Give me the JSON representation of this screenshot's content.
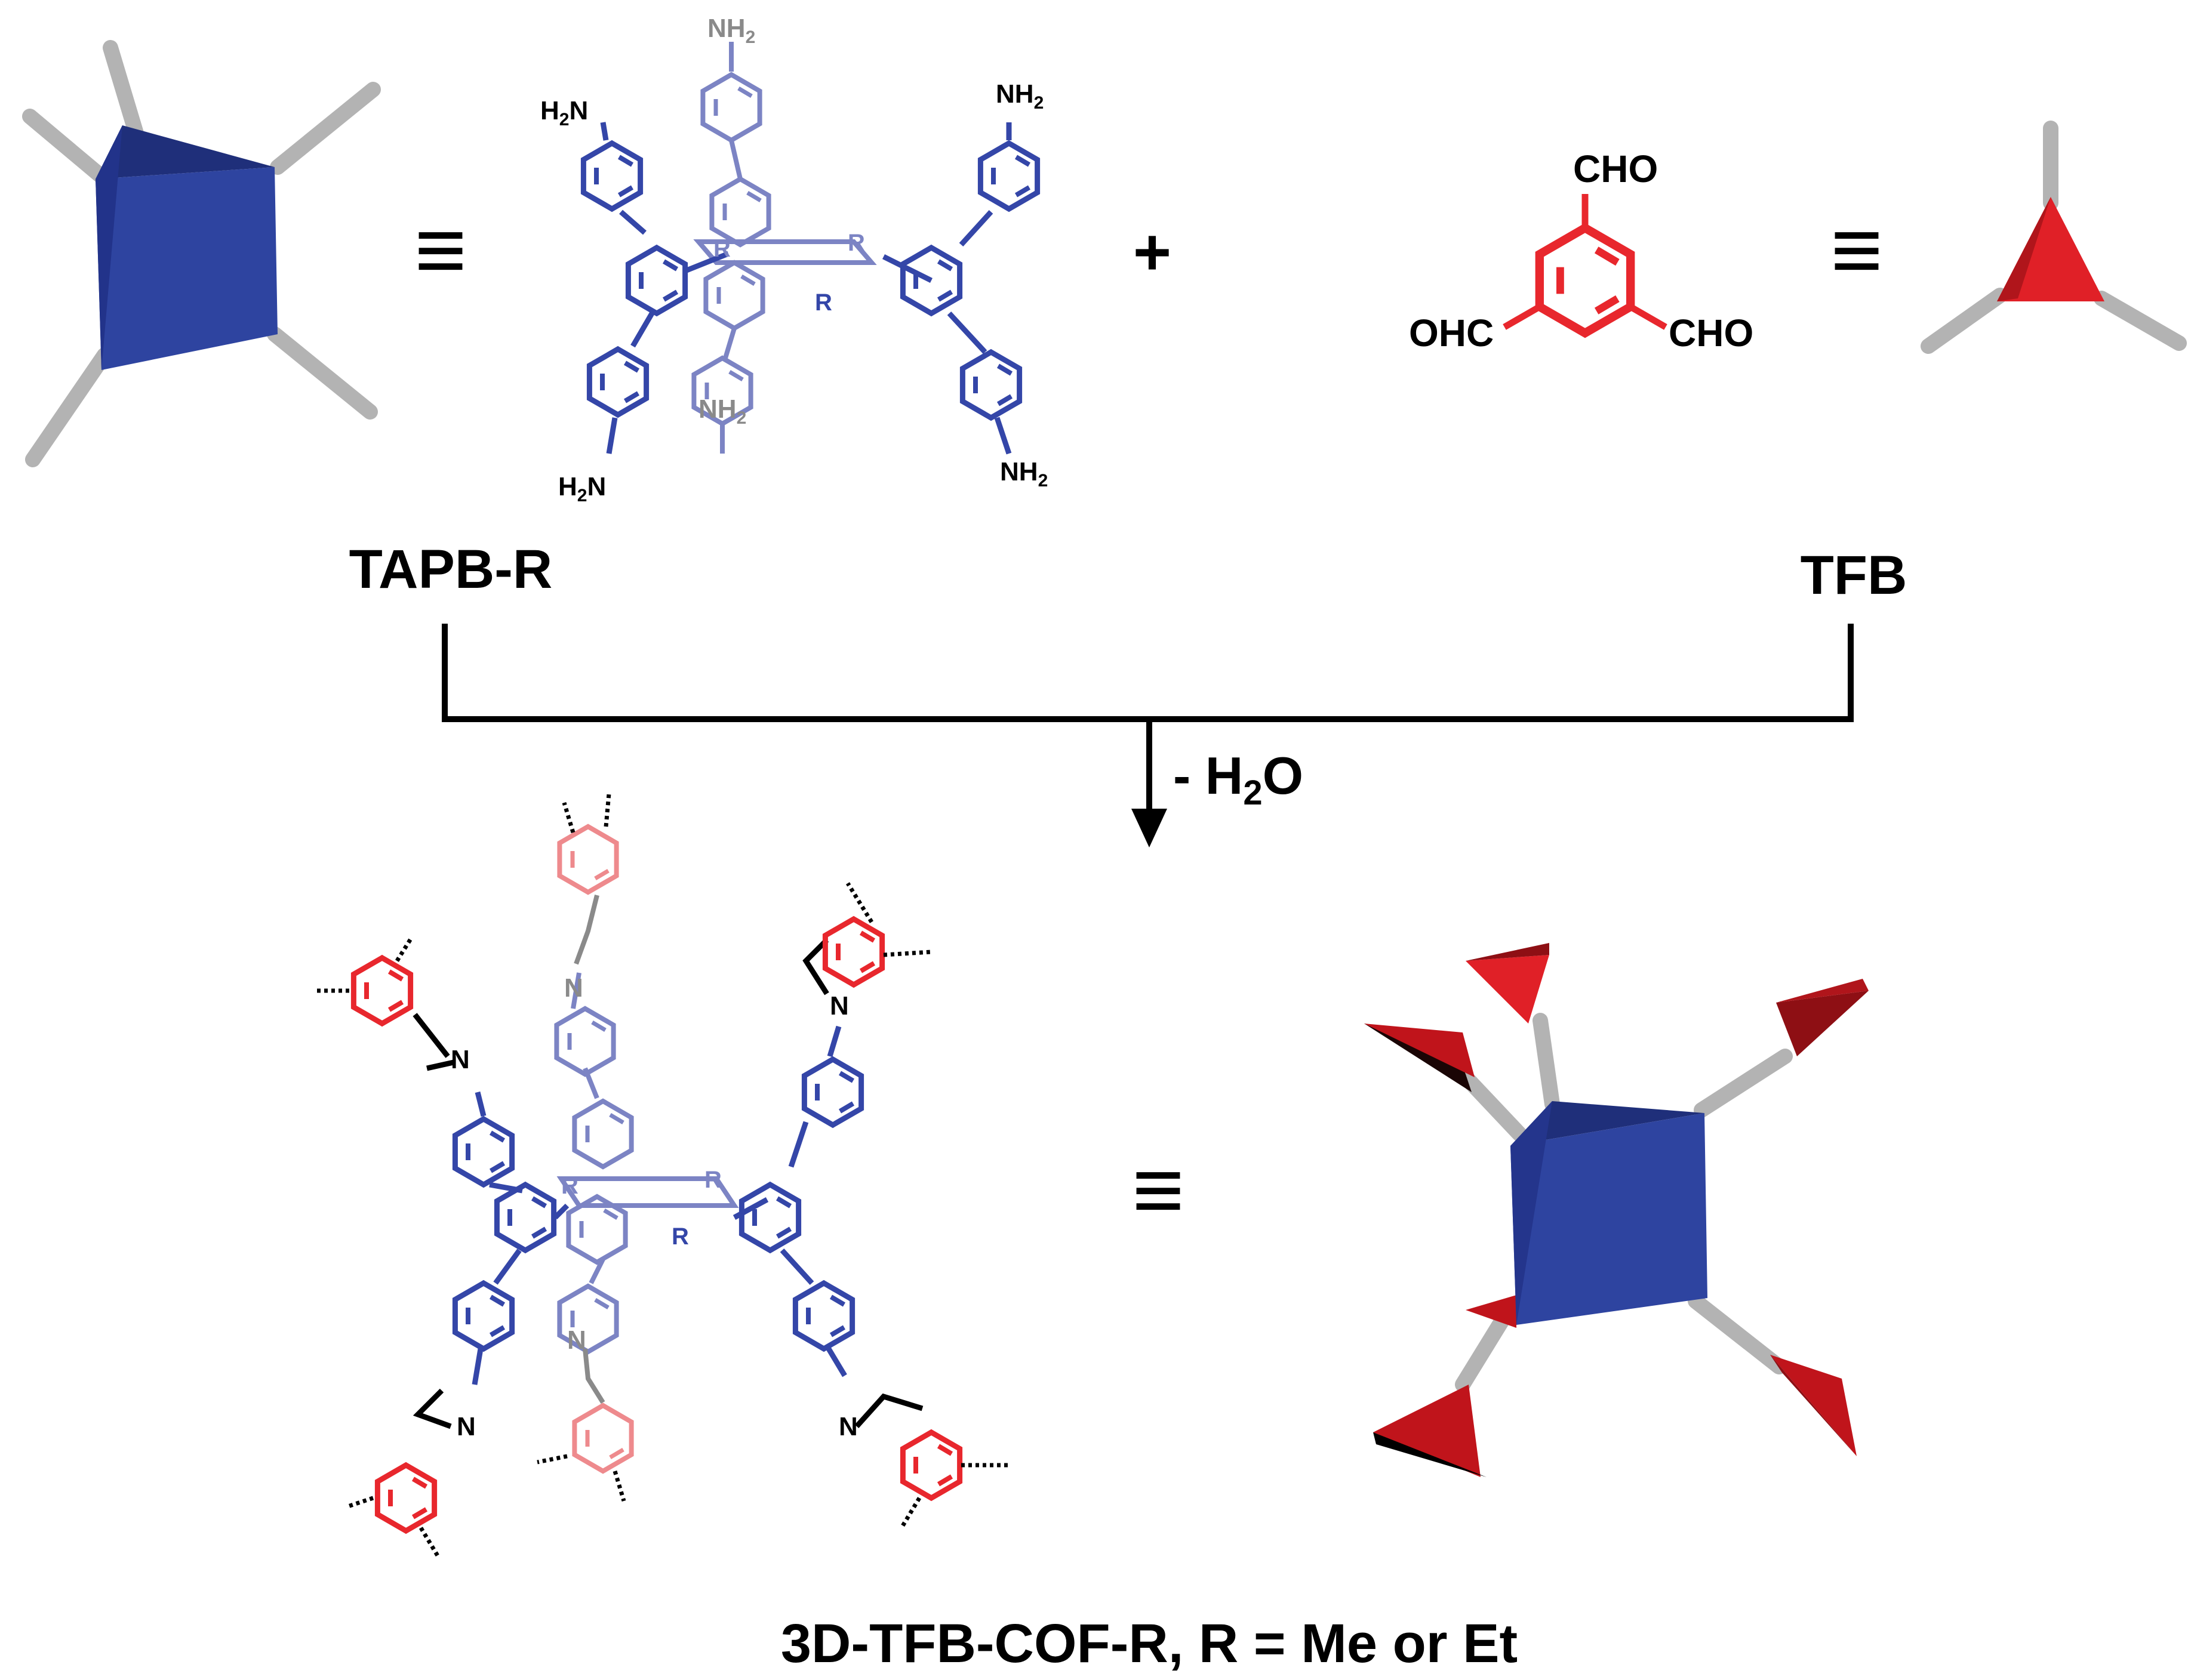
{
  "labels": {
    "tapb": "TAPB-R",
    "tfb": "TFB",
    "plus": "+",
    "equiv": "≡",
    "condition_prefix": "- H",
    "condition_sub": "2",
    "condition_suffix": "O",
    "product": "3D-TFB-COF-R,  R = Me or Et"
  },
  "groups": {
    "nh2": "NH",
    "h2n": "H",
    "n_sub": "2",
    "n_suffix": "N",
    "cho": "CHO",
    "ohc": "OHC",
    "imine_n": "N",
    "r": "R"
  },
  "colors": {
    "tetra_blue": "#2e44a0",
    "tetra_blue_dark": "#1f2f7a",
    "linker_red": "#e02027",
    "linker_red_dark": "#8e0f14",
    "bond_blue": "#3446a8",
    "bond_blue_light": "#7c84c4",
    "bond_red": "#e8272d",
    "bond_red_light": "#ee8a8d",
    "rod_grey": "#b3b3b3",
    "text_grey": "#8a8a8a"
  },
  "icons": {
    "tetrahedral_node": "tetrahedron-rods-icon",
    "triangular_node": "triangle-rods-icon",
    "cof_node": "cof-node-icon"
  }
}
